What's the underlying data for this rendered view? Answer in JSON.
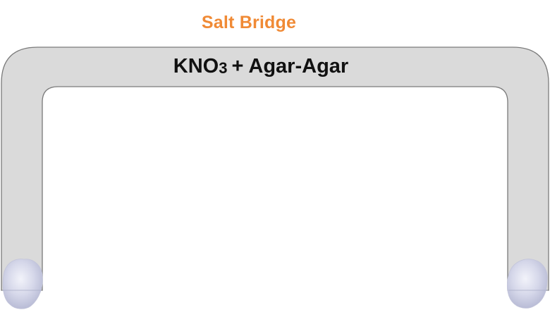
{
  "diagram": {
    "title": "Salt Bridge",
    "formula": {
      "main": "KNO",
      "subscript": "3",
      "rest": "+ Agar-Agar"
    },
    "colors": {
      "title": "#f08a35",
      "tube_fill": "#dadada",
      "tube_stroke": "#7a7a7a",
      "plug": "#d4d6ea",
      "text": "#111111"
    },
    "icons": {
      "left_plug": "cotton-plug-icon",
      "right_plug": "cotton-plug-icon"
    }
  }
}
